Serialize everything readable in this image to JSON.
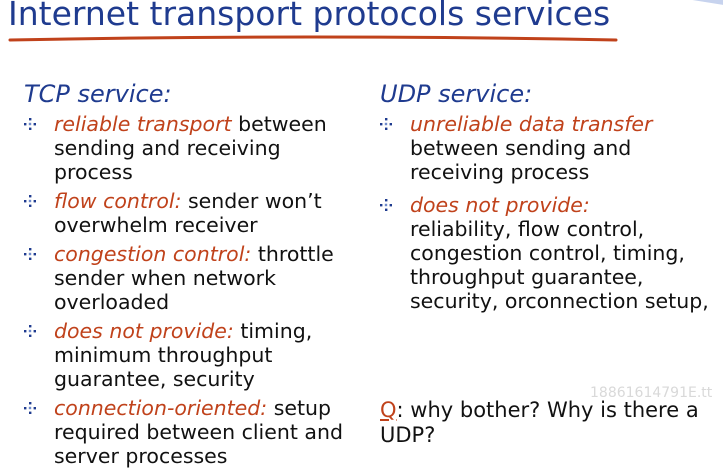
{
  "title": "Internet transport protocols services",
  "tcp": {
    "heading": "TCP service:",
    "items": [
      {
        "hl": "reliable transport",
        "rest": " between sending and receiving process"
      },
      {
        "hl": "flow control:",
        "rest": " sender won’t overwhelm receiver"
      },
      {
        "hl": "congestion control:",
        "rest": " throttle sender when network overloaded"
      },
      {
        "hl": "does not provide:",
        "rest": " timing, minimum throughput guarantee, security"
      },
      {
        "hl": "connection-oriented:",
        "rest": " setup required between client and server processes"
      }
    ]
  },
  "udp": {
    "heading": "UDP service:",
    "items": [
      {
        "hl": "unreliable data transfer",
        "rest": "between sending and receiving process"
      },
      {
        "hl": "does not provide:",
        "rest": "reliability, flow control, congestion control, timing, throughput guarantee, security, orconnection setup,"
      }
    ]
  },
  "question": {
    "q": "Q",
    "text": ": why bother?  Why is there a UDP?"
  },
  "watermark": "18861614791E.tt",
  "colors": {
    "title": "#1f3b8f",
    "highlight": "#c0421b",
    "underline": "#c0421b",
    "bullet": "#1f3b8f"
  },
  "icons": {
    "bullet": "diamond-bullet-icon"
  }
}
